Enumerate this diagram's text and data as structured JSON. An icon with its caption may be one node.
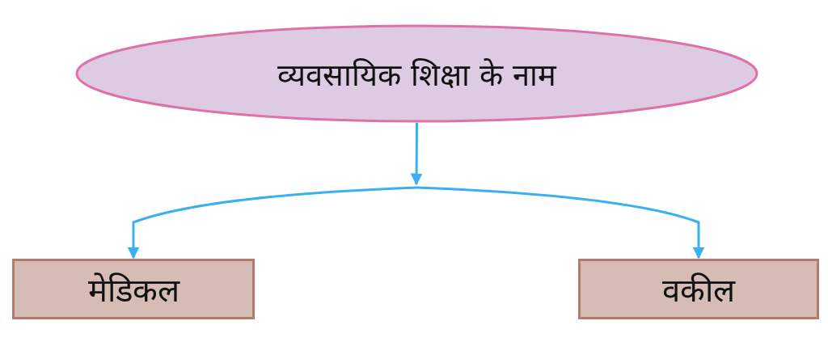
{
  "diagram": {
    "nodes": [
      {
        "text": [
          "व्यवसायिक शिक्षा के नाम"
        ]
      },
      {
        "text": [
          "मेडिकल"
        ]
      },
      {
        "text": [
          "वकील"
        ]
      }
    ],
    "edges": [
      {
        "from": 0,
        "to": 1,
        "arrow": "to"
      },
      {
        "from": 0,
        "to": 2,
        "arrow": "to"
      }
    ]
  }
}
